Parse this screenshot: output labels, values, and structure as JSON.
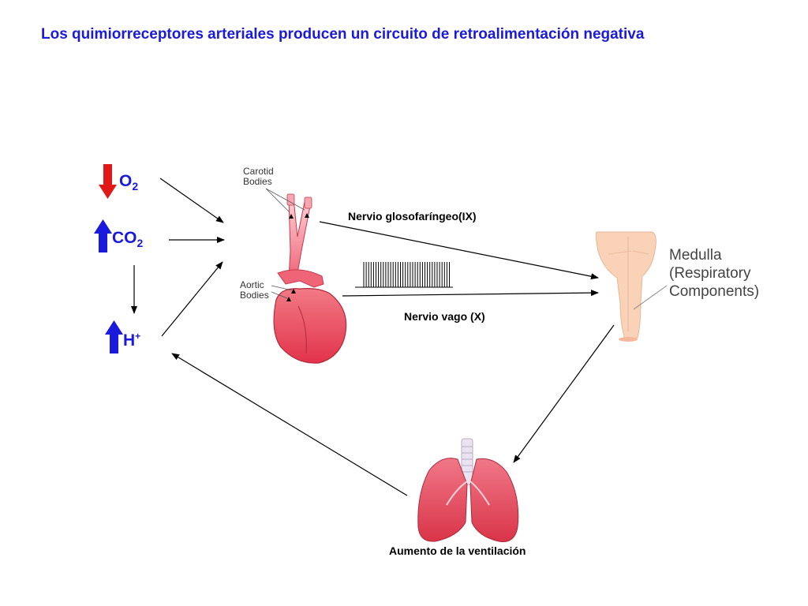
{
  "title": "Los quimiorreceptores arteriales producen un circuito de retroalimentación negativa",
  "chemicals": {
    "o2": {
      "base": "O",
      "sub": "2",
      "direction": "down",
      "arrow_color": "#e01818"
    },
    "co2": {
      "base": "CO",
      "sub": "2",
      "direction": "up",
      "arrow_color": "#1a1adc"
    },
    "h": {
      "base": "H",
      "sup": "+",
      "direction": "up",
      "arrow_color": "#1a1adc"
    }
  },
  "labels": {
    "carotid_line1": "Carotid",
    "carotid_line2": "Bodies",
    "aortic_line1": "Aortic",
    "aortic_line2": "Bodies",
    "nerve_ix": "Nervio glosofaríngeo(IX)",
    "nerve_x": "Nervio vago (X)",
    "medulla_line1": "Medulla",
    "medulla_line2": "(Respiratory",
    "medulla_line3": "Components)",
    "ventilation": "Aumento de la ventilación"
  },
  "colors": {
    "text_blue": "#1a1adc",
    "heart_red": "#e8384e",
    "medulla_peach": "#f9d2b8",
    "lung_pink": "#e4505e"
  }
}
